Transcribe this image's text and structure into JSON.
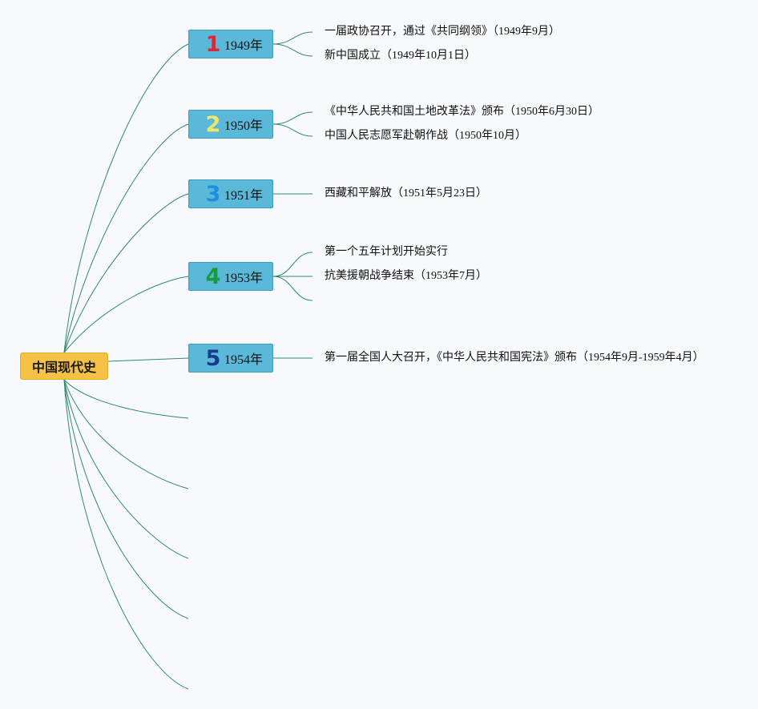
{
  "root": {
    "label": "中国现代史"
  },
  "colors": {
    "root_fill": "#f6c244",
    "year_fill": "#5ab8d9",
    "line": "#2f8a6a",
    "num_1": "#d42a3c",
    "num_2": "#f2e66a",
    "num_3": "#1e8fde",
    "num_4": "#1a9a3c",
    "num_5": "#1c3a8c"
  },
  "years": [
    {
      "num": "1",
      "label": "1949年",
      "events": [
        "一届政协召开，通过《共同纲领》（1949年9月）",
        "新中国成立（1949年10月1日）"
      ]
    },
    {
      "num": "2",
      "label": "1950年",
      "events": [
        "《中华人民共和国土地改革法》颁布（1950年6月30日）",
        "中国人民志愿军赴朝作战（1950年10月）"
      ]
    },
    {
      "num": "3",
      "label": "1951年",
      "events": [
        "西藏和平解放（1951年5月23日）"
      ]
    },
    {
      "num": "4",
      "label": "1953年",
      "events": [
        "第一个五年计划开始实行",
        "抗美援朝战争结束（1953年7月）",
        ""
      ]
    },
    {
      "num": "5",
      "label": "1954年",
      "events": [
        "第一届全国人大召开，《中华人民共和国宪法》颁布（1954年9月-1959年4月）"
      ]
    }
  ]
}
